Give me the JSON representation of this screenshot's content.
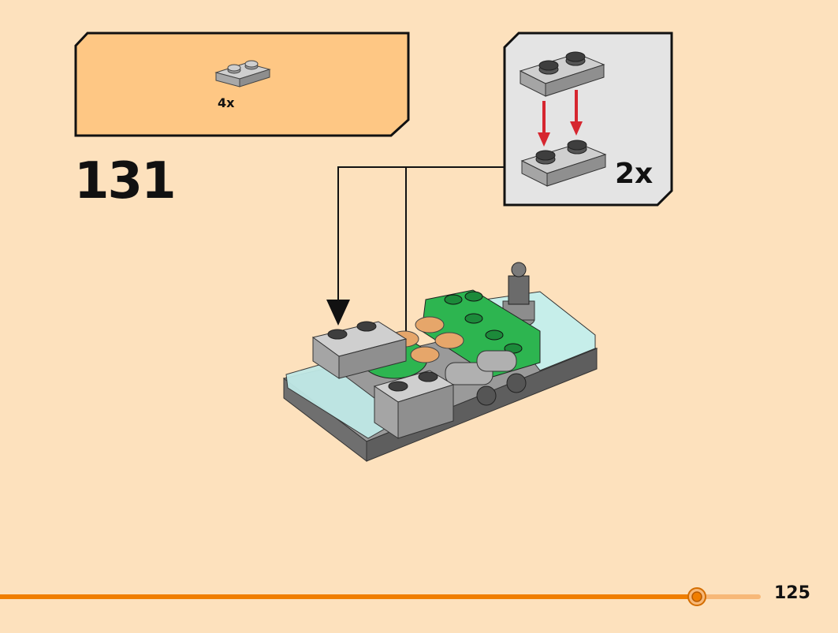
{
  "parts_list": {
    "quantity": "4x",
    "part_icon": "plate-1x2-gray-icon"
  },
  "step": {
    "number": "131"
  },
  "subassembly": {
    "quantity": "2x",
    "icon": "plate-stack-subassembly-icon",
    "arrow_color": "#d6262f"
  },
  "page": {
    "number": "125",
    "progress": 0.91
  },
  "colors": {
    "background": "#fde1bd",
    "callout_fill": "#fec784",
    "panel_fill": "#e4e4e4",
    "progress_filled": "#f07e00",
    "progress_track": "#f7b878"
  }
}
